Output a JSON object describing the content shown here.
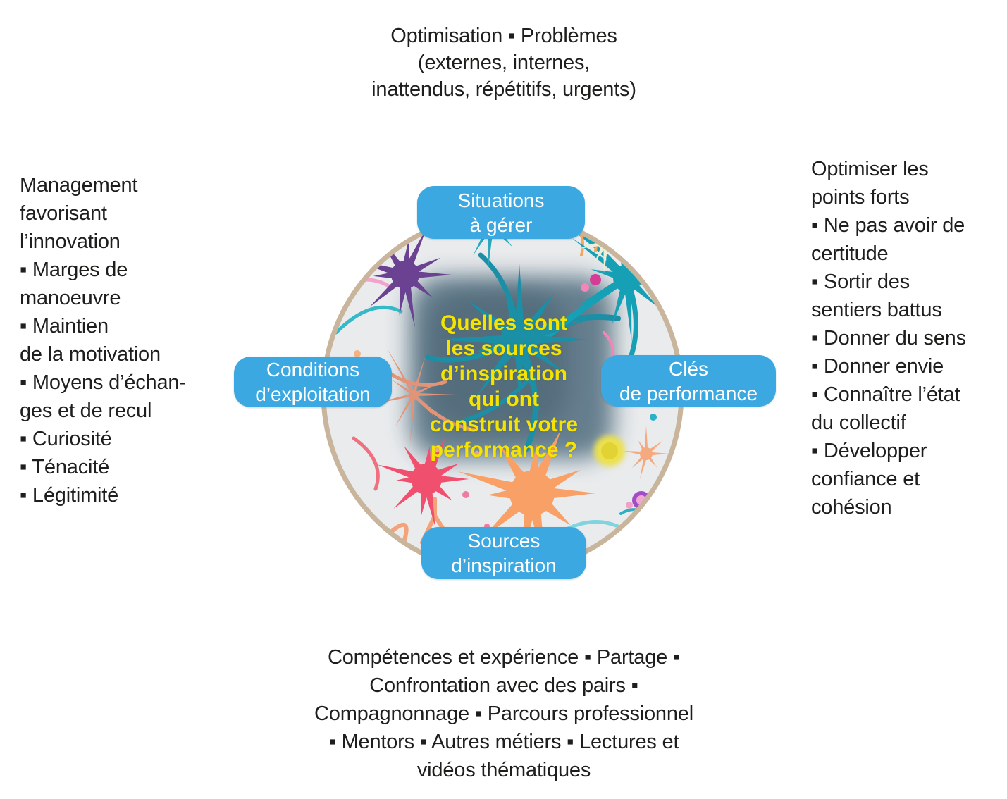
{
  "diagram": {
    "center_question": "Quelles sont\nles sources\nd’inspiration\nqui ont\nconstruit votre\nperformance ?",
    "nodes": {
      "top": {
        "label": "Situations\nà gérer"
      },
      "left": {
        "label": "Conditions\nd’exploitation"
      },
      "right": {
        "label": "Clés\nde performance"
      },
      "bottom": {
        "label": "Sources\nd’inspiration"
      }
    },
    "annotations": {
      "top": "Optimisation ▪ Problèmes\n(externes, internes,\ninattendus, répétitifs, urgents)",
      "left": "Management\nfavorisant\nl’innovation\n▪ Marges de\nmanoeuvre\n▪ Maintien\nde la motivation\n▪ Moyens d’échan-\nges et de recul\n▪ Curiosité\n▪ Ténacité\n▪ Légitimité",
      "right": "Optimiser les\npoints forts\n▪ Ne pas avoir de\ncertitude\n▪ Sortir des\nsentiers battus\n▪ Donner du sens\n▪ Donner envie\n▪ Connaître l’état\ndu collectif\n▪ Développer\nconfiance et\ncohésion",
      "bottom": "Compétences et expérience ▪ Partage ▪\nConfrontation avec des pairs ▪\nCompagnonnage ▪ Parcours professionnel\n▪ Mentors ▪ Autres métiers ▪ Lectures et\nvidéos thématiques"
    },
    "colors": {
      "node_blue": "#3BA8E1",
      "question_yellow": "#F6E400",
      "ring_tan": "#C9B59C",
      "text_black": "#1E1E1C",
      "circle_background": "#E9EBED",
      "overlay_slate": "#5E7989"
    }
  }
}
